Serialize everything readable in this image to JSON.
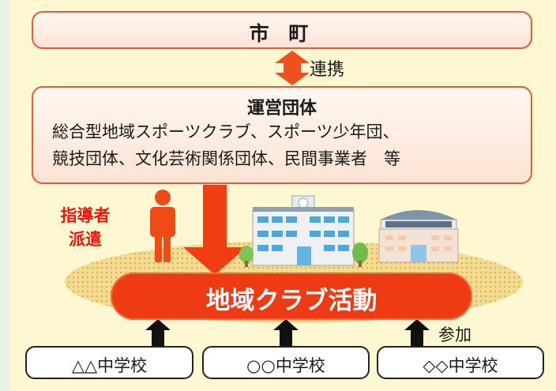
{
  "city": {
    "label": "市 町"
  },
  "link": {
    "label": "連携"
  },
  "organization": {
    "title": "運営団体",
    "line1": "総合型地域スポーツクラブ、スポーツ少年団、",
    "line2": "競技団体、文化芸術関係団体、民間事業者　等"
  },
  "dispatch": {
    "line1": "指導者",
    "line2": "派遣"
  },
  "activity": {
    "label": "地域クラブ活動"
  },
  "participate": {
    "label": "参加"
  },
  "schools": [
    {
      "label": "△△中学校"
    },
    {
      "label": "○○中学校"
    },
    {
      "label": "◇◇中学校"
    }
  ],
  "colors": {
    "accent": "#ef3b14",
    "box_border": "#e8583a",
    "dispatch_text": "#e8170e",
    "panel_bg": "#fdf8d2",
    "ground": "#f0d27a"
  },
  "icons": [
    "double-arrow-icon",
    "person-icon",
    "school-building-icon",
    "gymnasium-icon",
    "down-arrow-icon",
    "up-arrow-icon"
  ]
}
